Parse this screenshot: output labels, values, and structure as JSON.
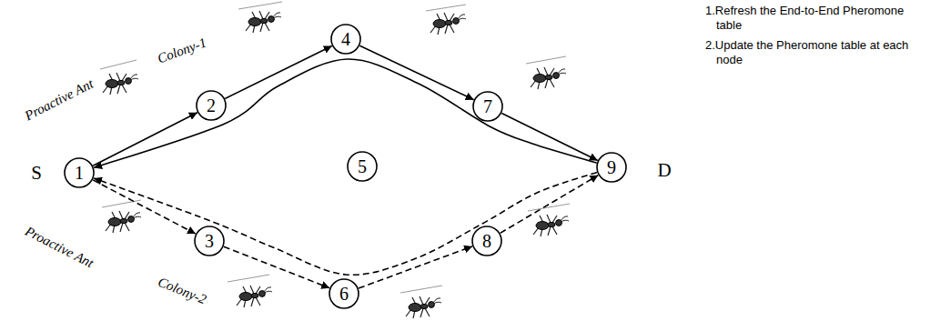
{
  "diagram": {
    "nodes": [
      {
        "text": [
          "1"
        ]
      },
      {
        "text": [
          "2"
        ]
      },
      {
        "text": [
          "3"
        ]
      },
      {
        "text": [
          "4"
        ]
      },
      {
        "text": [
          "5"
        ]
      },
      {
        "text": [
          "6"
        ]
      },
      {
        "text": [
          "7"
        ]
      },
      {
        "text": [
          "8"
        ]
      },
      {
        "text": [
          "9"
        ]
      }
    ],
    "edges": [
      {
        "from": 0,
        "to": 1,
        "arrow": "to"
      },
      {
        "from": 1,
        "to": 3,
        "arrow": "to"
      },
      {
        "from": 3,
        "to": 6,
        "arrow": "to"
      },
      {
        "from": 6,
        "to": 8,
        "arrow": "to"
      },
      {
        "from": 8,
        "to": 0,
        "arrow": "to"
      },
      {
        "from": 0,
        "to": 2,
        "arrow": "to"
      },
      {
        "from": 2,
        "to": 5,
        "arrow": "to"
      },
      {
        "from": 5,
        "to": 7,
        "arrow": "to"
      },
      {
        "from": 7,
        "to": 8,
        "arrow": "to"
      },
      {
        "from": 8,
        "to": 0,
        "arrow": "to"
      }
    ],
    "labels": [
      "Proactive Ant",
      "Colony-1",
      "1.Refresh the End-to-End Pheromone table",
      "2.Update the Pheromone table at each node",
      "S",
      "D",
      "Proactive Ant",
      "Colony-2"
    ]
  }
}
